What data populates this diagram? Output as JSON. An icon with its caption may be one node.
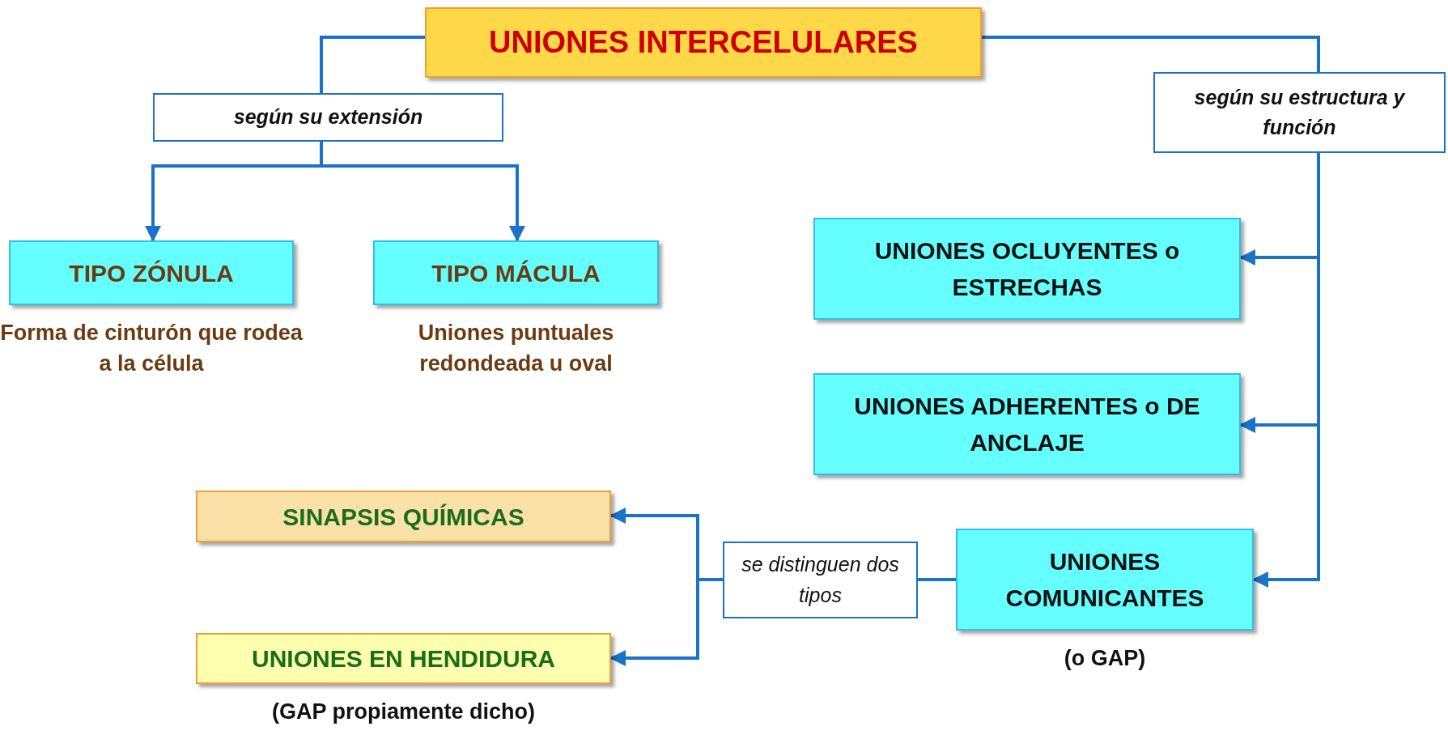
{
  "diagram": {
    "nodes": [
      {
        "text": [
          "UNIONES INTERCELULARES"
        ]
      },
      {
        "text": [
          "según su extensión"
        ]
      },
      {
        "text": [
          "según su estructura y función"
        ]
      },
      {
        "text": [
          "TIPO ZÓNULA"
        ],
        "beside": [
          "Forma de cinturón que rodea a la célula"
        ]
      },
      {
        "text": [
          "TIPO MÁCULA"
        ],
        "beside": [
          "Uniones puntuales redondeada u oval"
        ]
      },
      {
        "text": [
          "UNIONES OCLUYENTES o ESTRECHAS"
        ]
      },
      {
        "text": [
          "UNIONES ADHERENTES o DE ANCLAJE"
        ]
      },
      {
        "text": [
          "UNIONES COMUNICANTES"
        ],
        "beside": [
          "(o GAP)"
        ]
      },
      {
        "text": [
          "se distinguen dos tipos"
        ]
      },
      {
        "text": [
          "SINAPSIS QUÍMICAS"
        ]
      },
      {
        "text": [
          "UNIONES EN HENDIDURA"
        ],
        "beside": [
          "(GAP propiamente dicho)"
        ]
      }
    ],
    "edges": [
      {
        "from": 0,
        "to": 1,
        "arrow": "none"
      },
      {
        "from": 1,
        "to": 3,
        "arrow": "to"
      },
      {
        "from": 1,
        "to": 4,
        "arrow": "to"
      },
      {
        "from": 0,
        "to": 2,
        "arrow": "none"
      },
      {
        "from": 2,
        "to": 5,
        "arrow": "to"
      },
      {
        "from": 2,
        "to": 6,
        "arrow": "to"
      },
      {
        "from": 2,
        "to": 7,
        "arrow": "to"
      },
      {
        "from": 7,
        "to": 8,
        "arrow": "none"
      },
      {
        "from": 8,
        "to": 9,
        "arrow": "to"
      },
      {
        "from": 8,
        "to": 10,
        "arrow": "to"
      }
    ]
  }
}
